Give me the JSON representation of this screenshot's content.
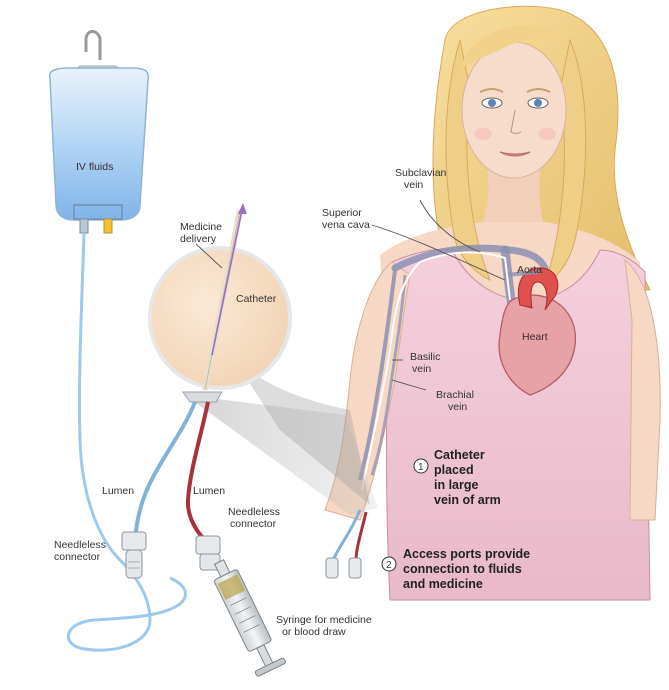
{
  "labels": {
    "iv_fluids": "IV fluids",
    "medicine_delivery": [
      "Medicine",
      "delivery"
    ],
    "catheter": "Catheter",
    "subclavian_vein": [
      "Subclavian",
      "vein"
    ],
    "superior_vena_cava": [
      "Superior",
      "vena cava"
    ],
    "aorta": "Aorta",
    "heart": "Heart",
    "basilic_vein": [
      "Basilic",
      "vein"
    ],
    "brachial_vein": [
      "Brachial",
      "vein"
    ],
    "lumen_left": "Lumen",
    "lumen_right": "Lumen",
    "needleless_connector_left": [
      "Needleless",
      "connector"
    ],
    "needleless_connector_right": [
      "Needleless",
      "connector"
    ],
    "syringe": [
      "Syringe for medicine",
      "or blood draw"
    ]
  },
  "steps": [
    {
      "number": "1",
      "lines": [
        "Catheter",
        "placed",
        "in large",
        "vein of arm"
      ]
    },
    {
      "number": "2",
      "lines": [
        "Access ports provide",
        "connection to fluids",
        "and medicine"
      ]
    }
  ],
  "colors": {
    "iv_fluid": "#9ec9f0",
    "skin": "#f6d9c6",
    "shirt": "#f0c6d3",
    "hair": "#f2d18a",
    "vein": "#8d8fb3",
    "artery": "#d9534f",
    "tube_blue": "#7fb2d9",
    "tube_red": "#a8323a"
  }
}
